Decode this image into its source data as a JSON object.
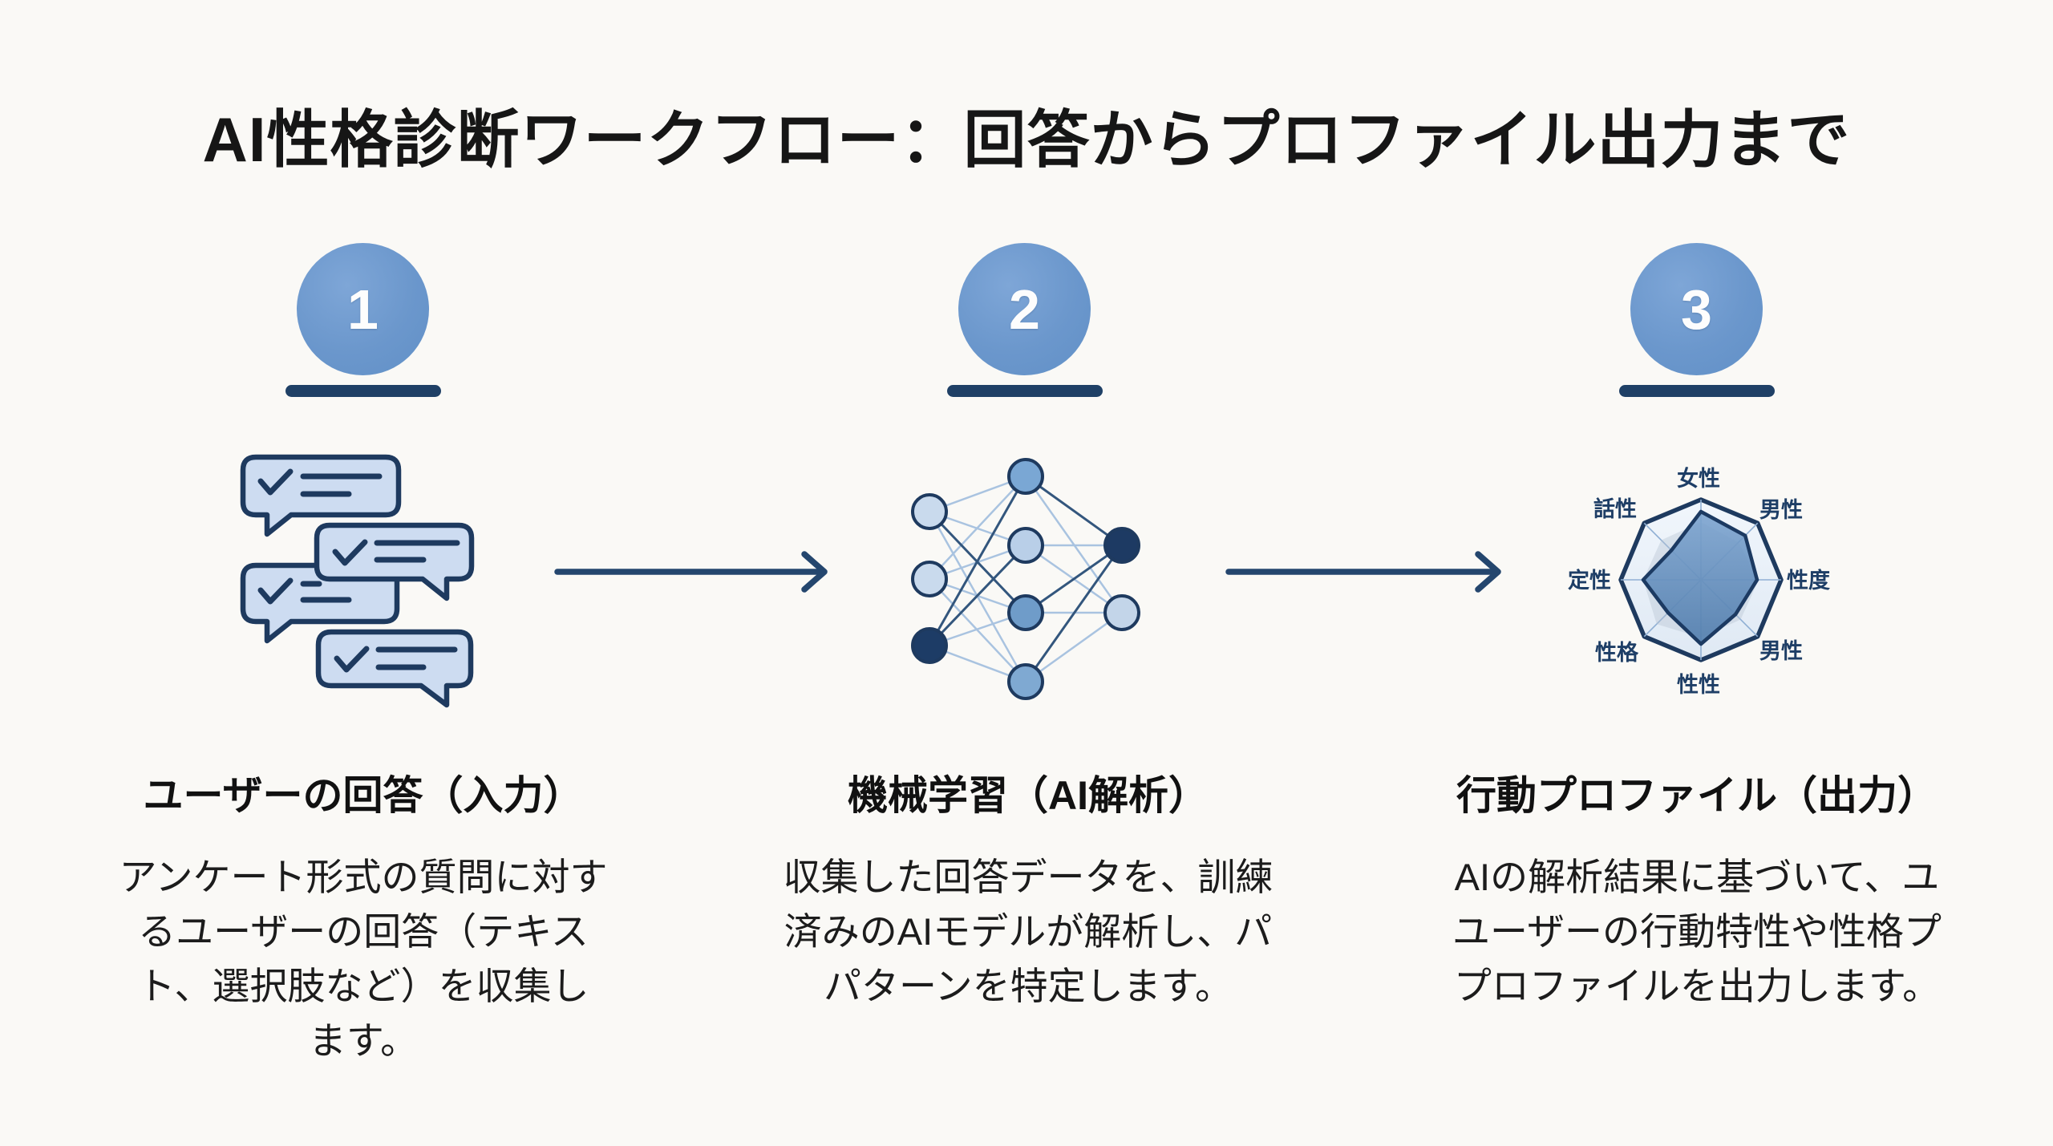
{
  "title": "AI性格診断ワークフロー：回答からプロファイル出力まで",
  "steps": [
    {
      "number": "1",
      "heading": "ユーザーの回答（入力）",
      "body_lines": [
        "アンケート形式の質問に対す",
        "るユーザーの回答（テキス",
        "ト、選択肢など）を収集し",
        "ます。"
      ],
      "icon": "chat-bubbles-icon"
    },
    {
      "number": "2",
      "heading": "機械学習（AI解析）",
      "body_lines": [
        "収集した回答データを、訓練",
        "済みのAIモデルが解析し、パ",
        "パターンを特定します。"
      ],
      "icon": "neural-network-icon"
    },
    {
      "number": "3",
      "heading": "行動プロファイル（出力）",
      "body_lines": [
        "AIの解析結果に基づいて、ユ",
        "ユーザーの行動特性や性格プ",
        "プロファイルを出力します。"
      ],
      "icon": "radar-chart-icon"
    }
  ],
  "colors": {
    "background": "#faf9f6",
    "text": "#161616",
    "step_circle_blue": "#6b97cc",
    "navy": "#1e3a5f",
    "bubble_fill": "#cddcf1",
    "radar_grid_fill": "#e9effa",
    "radar_data_fill": "#5d89bc"
  },
  "chart_data": {
    "type": "radar",
    "axes": [
      "女性",
      "男性",
      "性度",
      "男性",
      "性性",
      "性格",
      "定性",
      "話性"
    ],
    "values": [
      0.85,
      0.78,
      0.7,
      0.61,
      0.8,
      0.58,
      0.72,
      0.52
    ],
    "ghost_values": [
      0.72,
      0.66,
      0.72,
      0.7,
      0.72,
      0.78,
      0.72,
      0.7
    ],
    "range": [
      0,
      1
    ],
    "grid": "octagon outline with 8 spokes",
    "legend": "none"
  }
}
